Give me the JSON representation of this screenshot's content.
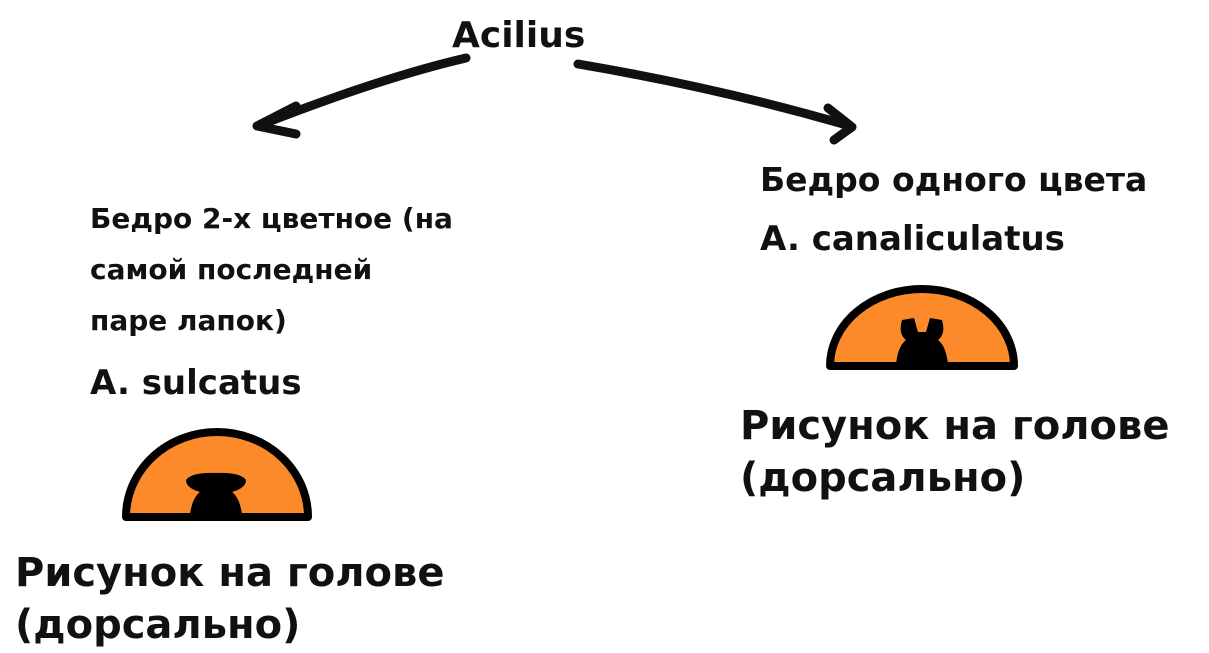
{
  "diagram": {
    "root": {
      "label": "Acilius"
    },
    "branches": [
      {
        "id": "left",
        "description_lines": [
          "Бедро 2-х цветное (на",
          "самой последней",
          "паре лапок)"
        ],
        "species": "A. sulcatus",
        "caption_lines": [
          "Рисунок на голове",
          "(дорсально)"
        ]
      },
      {
        "id": "right",
        "description": "Бедро одного цвета",
        "species": "A. canaliculatus",
        "caption_lines": [
          "Рисунок на голове",
          "(дорсально)"
        ]
      }
    ],
    "colors": {
      "head_fill": "#fd8a2a",
      "outline": "#000000",
      "arrow": "#111111"
    }
  }
}
